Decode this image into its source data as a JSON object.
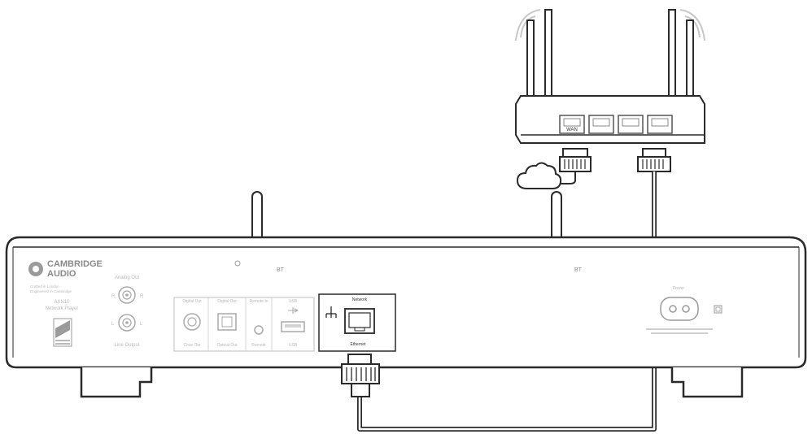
{
  "brand": {
    "name_line1": "CAMBRIDGE",
    "name_line2": "AUDIO",
    "tagline_line1": "Crafted in London",
    "tagline_line2": "Engineered in Cambridge",
    "model": "AXN10",
    "product": "Network Player"
  },
  "antenna_labels": {
    "left": "BT",
    "right": "BT"
  },
  "connectors": {
    "analog_out": "Analog Out",
    "line_output": "Line Output",
    "left_channel": "L",
    "right_channel": "R",
    "coax_out": "Coax Out",
    "optical_out": "Optical Out",
    "remote": "Remote",
    "usb": "USB",
    "usb_2": "USB",
    "network": "Network",
    "ethernet": "Ethernet",
    "power": "Power",
    "digital_out_1": "Digital Out",
    "digital_out_2": "Digital Out",
    "remote_in": "Remote In"
  },
  "router": {
    "wan_label": "WAN"
  },
  "colors": {
    "line": "#2a2a2a",
    "faint": "#b9b9b9",
    "panel": "#ffffff"
  },
  "icons": [
    "router-icon",
    "cloud-icon",
    "network-icon",
    "rj45-plug-icon",
    "usb-icon"
  ]
}
